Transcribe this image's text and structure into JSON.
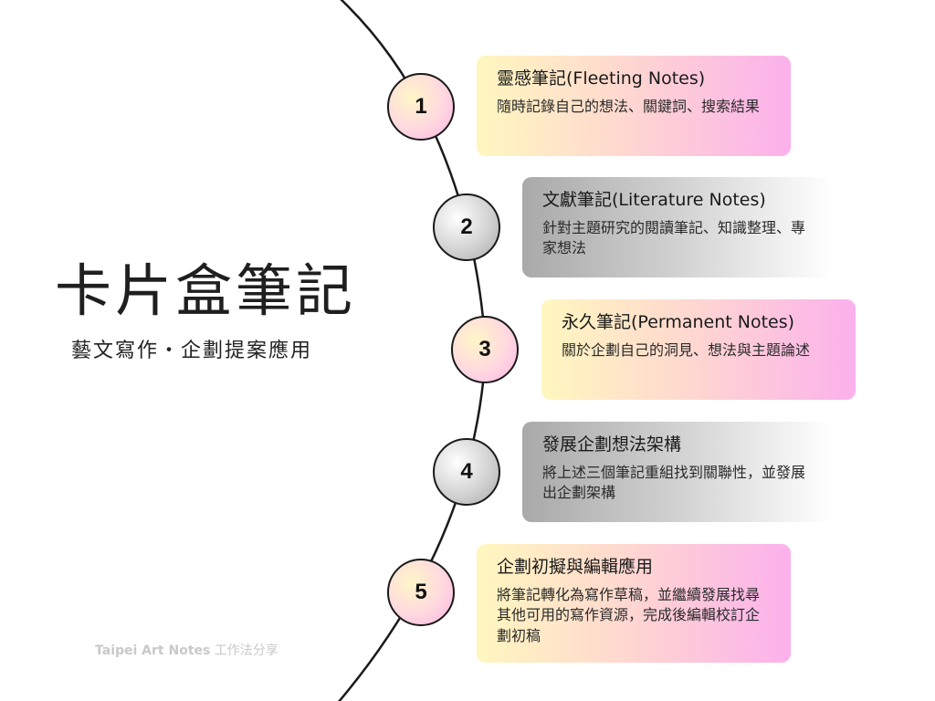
{
  "title": "卡片盒筆記",
  "subtitle": "藝文寫作・企劃提案應用",
  "footer": {
    "brand": "Taipei Art Notes",
    "suffix": " 工作法分享"
  },
  "steps": [
    {
      "number": "1",
      "title": "靈感筆記(Fleeting Notes)",
      "description": "隨時記錄自己的想法、關鍵詞、搜索結果",
      "style": "warm"
    },
    {
      "number": "2",
      "title": "文獻筆記(Literature Notes)",
      "description": "針對主題研究的閱讀筆記、知識整理、專家想法",
      "style": "gray"
    },
    {
      "number": "3",
      "title": "永久筆記(Permanent Notes)",
      "description": "關於企劃自己的洞見、想法與主題論述",
      "style": "warm"
    },
    {
      "number": "4",
      "title": "發展企劃想法架構",
      "description": "將上述三個筆記重組找到關聯性，並發展出企劃架構",
      "style": "gray"
    },
    {
      "number": "5",
      "title": "企劃初擬與編輯應用",
      "description": "將筆記轉化為寫作草稿，並繼續發展找尋其他可用的寫作資源，完成後編輯校訂企劃初稿",
      "style": "warm"
    }
  ],
  "colors": {
    "warm_start": "#fff7bf",
    "warm_end": "#fbb1ec",
    "gray_start": "#a9a9a9",
    "gray_end": "#ffffff",
    "line": "#1a1a1a",
    "footer": "#c9c9c9"
  }
}
